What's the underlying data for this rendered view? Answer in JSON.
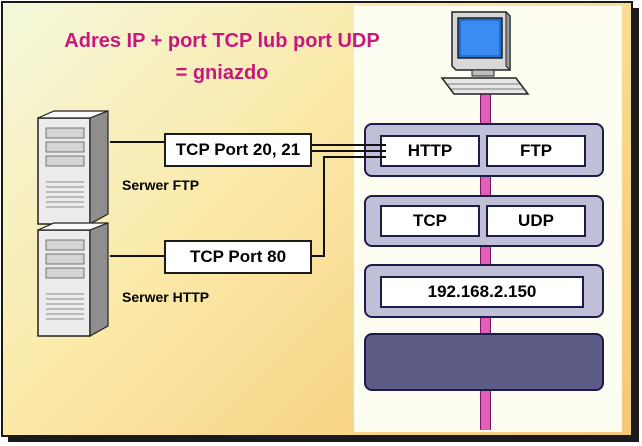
{
  "title": {
    "line1": "Adres IP + port TCP lub port UDP",
    "line2": "= gniazdo"
  },
  "servers": [
    {
      "label": "Serwer FTP",
      "port_label": "TCP Port 20, 21",
      "icon": "server-tower-icon"
    },
    {
      "label": "Serwer HTTP",
      "port_label": "TCP Port 80",
      "icon": "server-tower-icon"
    }
  ],
  "stack": {
    "application": [
      "HTTP",
      "FTP"
    ],
    "transport": [
      "TCP",
      "UDP"
    ],
    "network": "192.168.2.150"
  },
  "client_icon": "desktop-computer-icon",
  "colors": {
    "title": "#c8187f",
    "layer_fill": "#bfbfd8",
    "layer_bottom_fill": "#5c5c86",
    "pole": "#e060b8",
    "background_gradient_end": "#f4c878"
  }
}
